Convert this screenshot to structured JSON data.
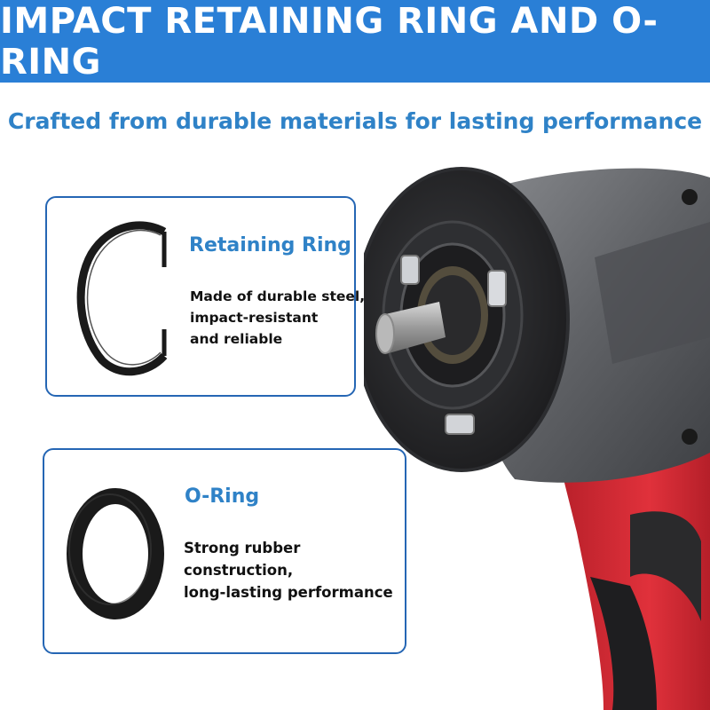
{
  "banner": {
    "title": "IMPACT RETAINING RING AND O-RING",
    "color": "#2a7fd6"
  },
  "subtitle": "Crafted from durable materials for lasting performance",
  "cards": [
    {
      "title": "Retaining Ring",
      "icon": "retaining-ring-icon",
      "lines": [
        "Made of durable steel,",
        "impact-resistant",
        "and reliable"
      ]
    },
    {
      "title": "O-Ring",
      "icon": "o-ring-icon",
      "lines": [
        "Strong rubber",
        "construction,",
        "long-lasting performance"
      ]
    }
  ],
  "colors": {
    "accent": "#2f82c7",
    "border": "#2566b4",
    "tool_red": "#d52b35",
    "tool_gray": "#5a5c60"
  }
}
